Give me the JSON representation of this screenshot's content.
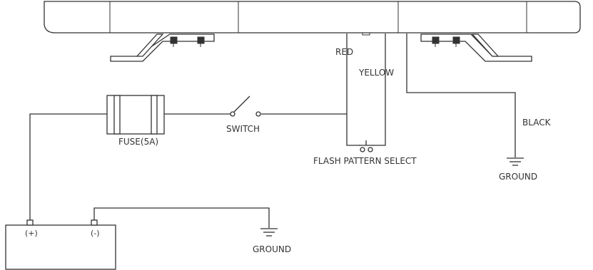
{
  "labels": {
    "red": "RED",
    "yellow": "YELLOW",
    "black": "BLACK",
    "switch": "SWITCH",
    "fuse": "FUSE(5A)",
    "flash_pattern": "FLASH PATTERN SELECT",
    "ground_right": "GROUND",
    "ground_bottom": "GROUND",
    "battery_plus": "(+)",
    "battery_minus": "(-)"
  },
  "colors": {
    "line": "#333333",
    "background": "#ffffff"
  }
}
